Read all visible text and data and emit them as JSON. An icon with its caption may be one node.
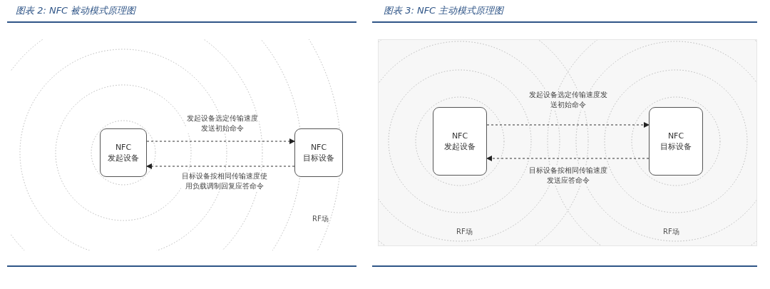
{
  "diagram": {
    "nodes": [
      {
        "text": [
          "NFC 发起设备"
        ]
      },
      {
        "text": [
          "NFC 目标设备"
        ]
      },
      {
        "text": [
          "NFC 发起设备"
        ]
      },
      {
        "text": [
          "NFC 目标设备"
        ]
      }
    ],
    "edges": [
      {
        "from": 0,
        "to": 1,
        "arrow": "to",
        "style": "dashed",
        "label": "发起设备选定传输速度发送初始命令"
      },
      {
        "from": 1,
        "to": 0,
        "arrow": "to",
        "style": "dashed",
        "label": "目标设备按相同传输速度使用负载调制回复应答命令"
      },
      {
        "from": 2,
        "to": 3,
        "arrow": "to",
        "style": "dashed",
        "label": "发起设备选定传输速度发送初始命令"
      },
      {
        "from": 3,
        "to": 2,
        "arrow": "to",
        "style": "dashed",
        "label": "目标设备按相同传输速度发送应答命令"
      }
    ],
    "labels": [
      "图表 2: NFC 被动模式原理图",
      "RF场",
      "图表 3: NFC 主动模式原理图",
      "RF场",
      "RF场"
    ]
  }
}
